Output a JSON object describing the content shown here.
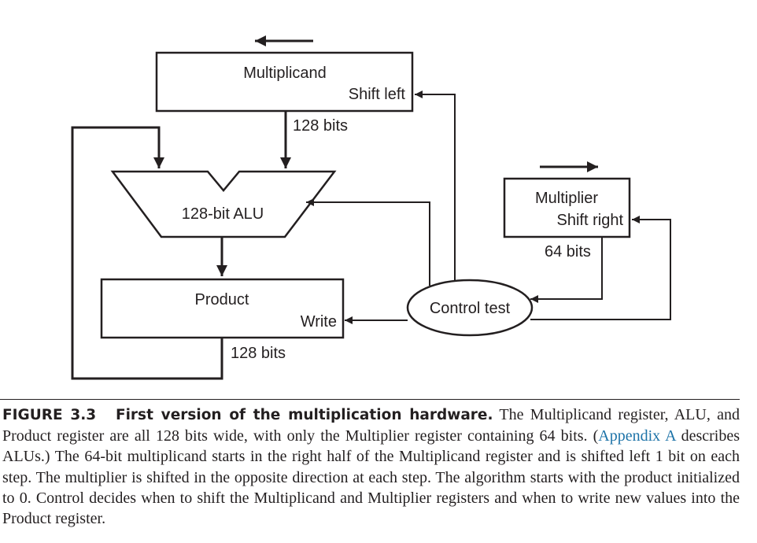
{
  "diagram": {
    "multiplicand": {
      "name": "Multiplicand",
      "action": "Shift left",
      "width_label": "128 bits"
    },
    "alu": {
      "name": "128-bit ALU"
    },
    "product": {
      "name": "Product",
      "action": "Write",
      "width_label": "128 bits"
    },
    "multiplier": {
      "name": "Multiplier",
      "action": "Shift right",
      "width_label": "64 bits"
    },
    "control": {
      "name": "Control test"
    }
  },
  "caption": {
    "label": "FIGURE 3.3",
    "title": "First version of the multiplication hardware.",
    "text_before_link": " The Multiplicand register, ALU, and Product register are all 128 bits wide, with only the Multiplier register containing 64 bits. (",
    "link": "Appendix A",
    "text_after_link": " describes ALUs.) The 64-bit multiplicand starts in the right half of the Multiplicand register and is shifted left 1 bit on each step. The multiplier is shifted in the opposite direction at each step. The algorithm starts with the product initialized to 0. Control decides when to shift the Multiplicand and Multiplier registers and when to write new values into the Product register."
  }
}
